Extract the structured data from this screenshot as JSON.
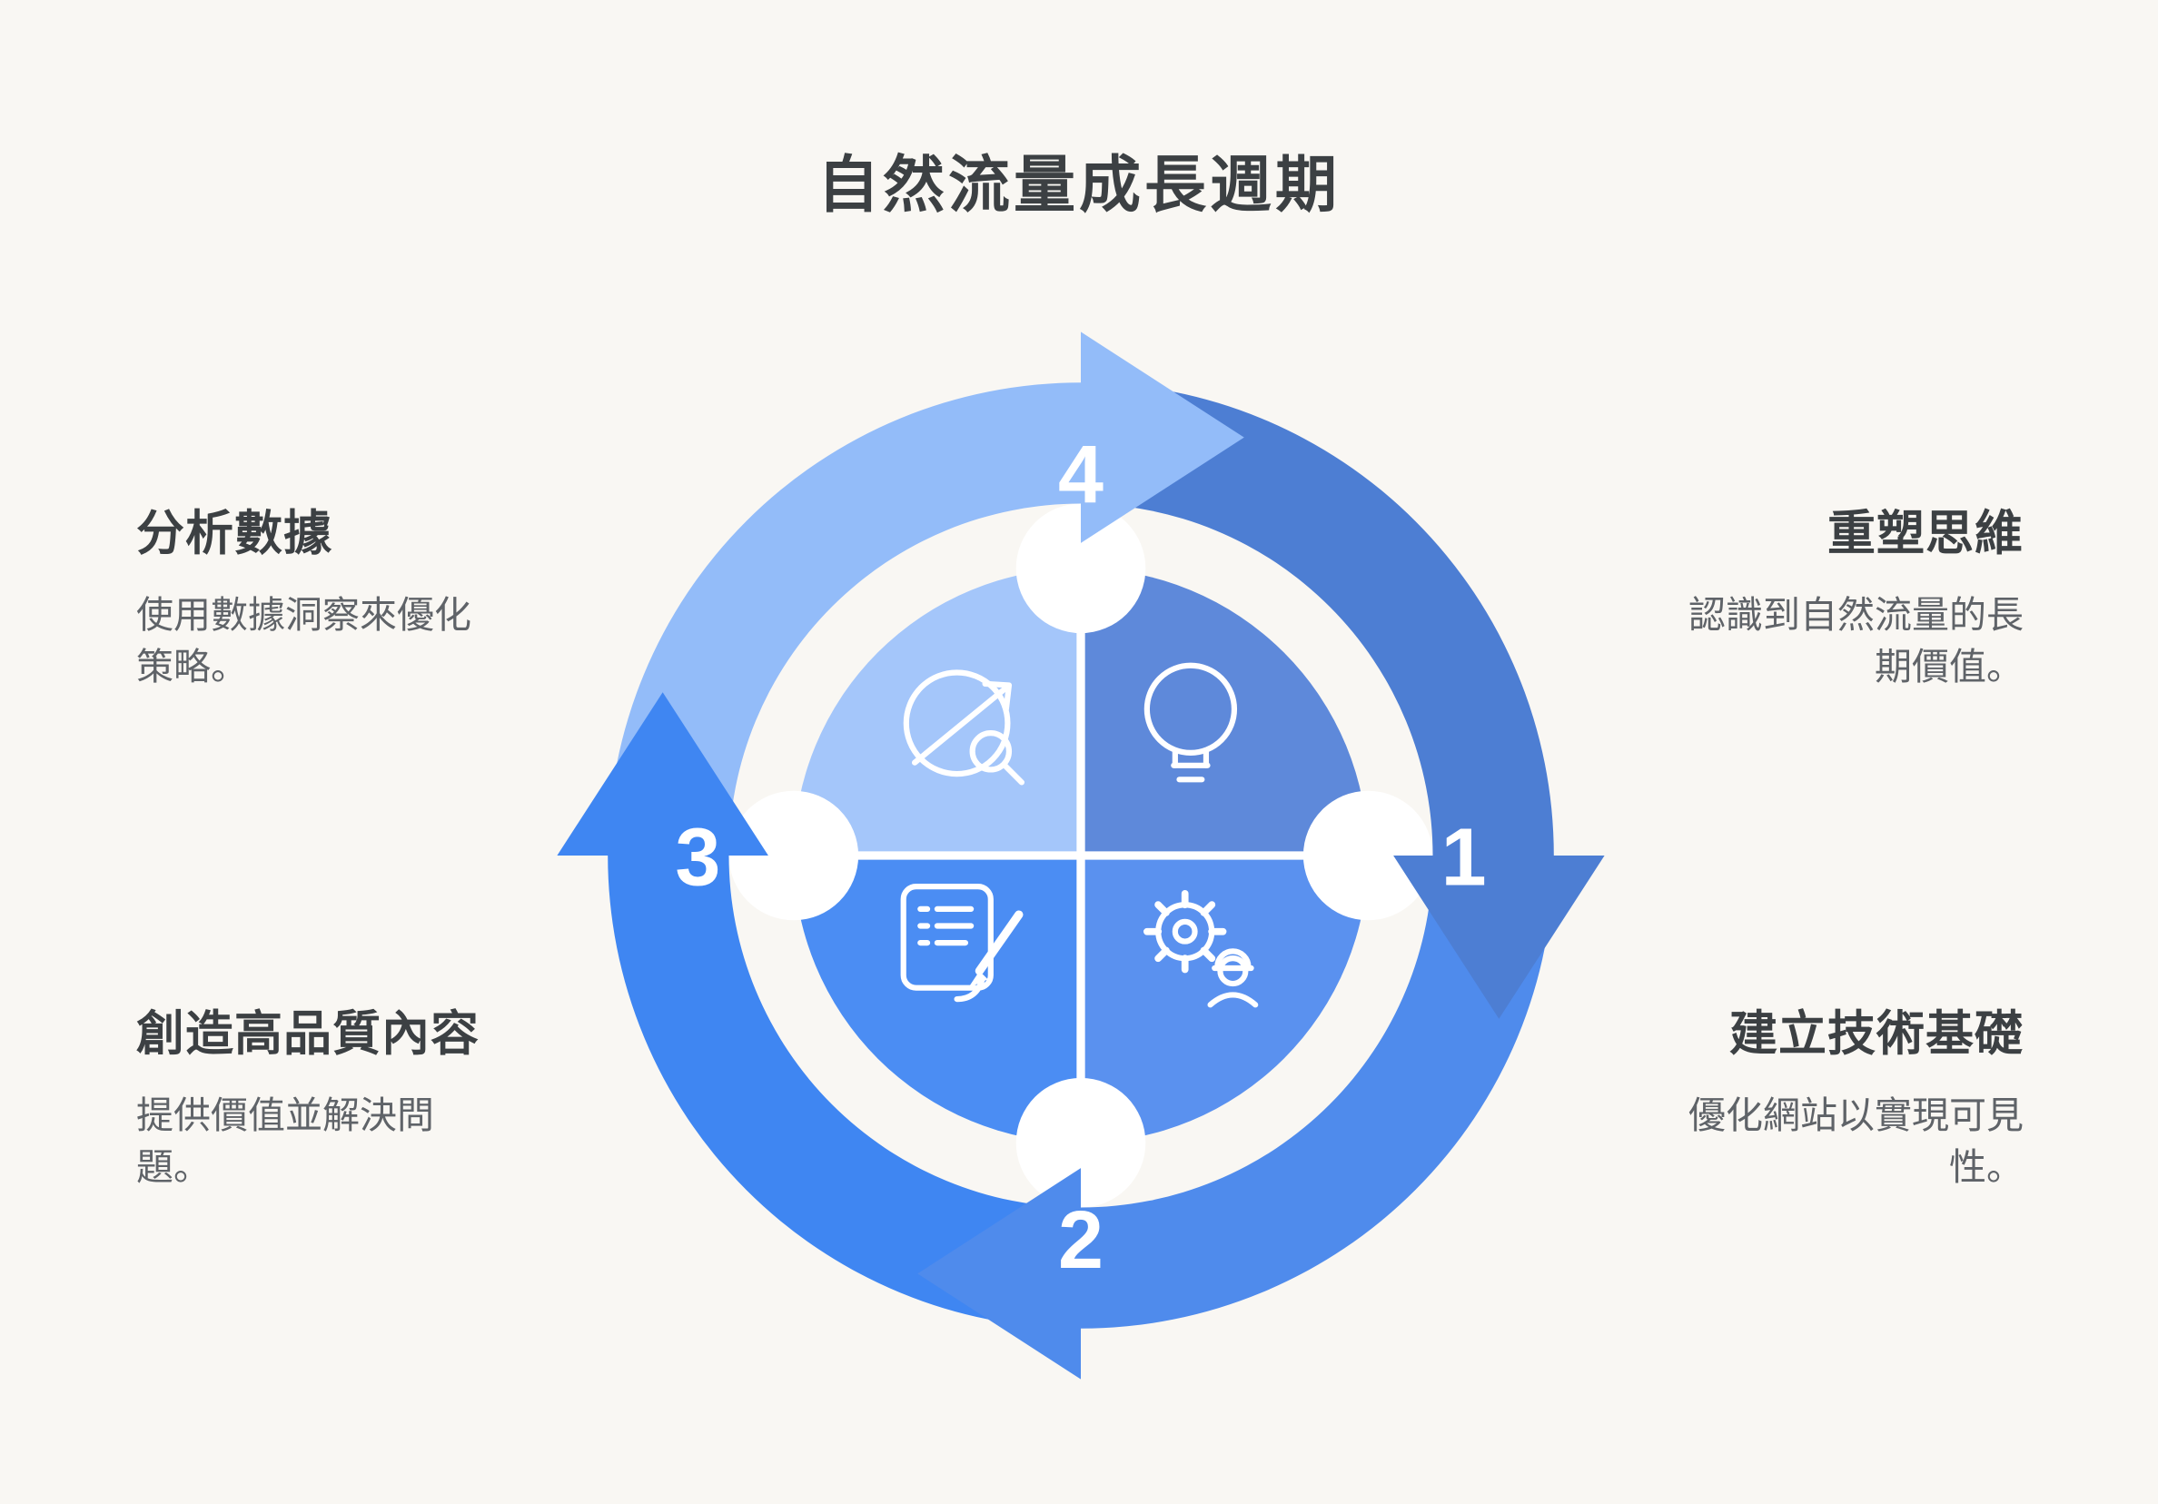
{
  "page": {
    "title": "自然流量成長週期",
    "background_color": "#f9f7f3"
  },
  "steps": [
    {
      "number": "1",
      "heading": "重塑思維",
      "body": "認識到自然流量的長\n期價值。",
      "icon": "lightbulb-icon",
      "position": "top-right",
      "arrow_color": "#4d7ed3",
      "quadrant_color": "#5e89da"
    },
    {
      "number": "2",
      "heading": "建立技術基礎",
      "body": "優化網站以實現可見\n性。",
      "icon": "gear-engineer-icon",
      "position": "bottom-right",
      "arrow_color": "#4f8bec",
      "quadrant_color": "#5a91ef"
    },
    {
      "number": "3",
      "heading": "創造高品質內容",
      "body": "提供價值並解決問\n題。",
      "icon": "note-pen-icon",
      "position": "bottom-left",
      "arrow_color": "#3f86f2",
      "quadrant_color": "#4b8df3"
    },
    {
      "number": "4",
      "heading": "分析數據",
      "body": "使用數據洞察來優化\n策略。",
      "icon": "chart-magnifier-icon",
      "position": "top-left",
      "arrow_color": "#93bcf9",
      "quadrant_color": "#a4c6fa"
    }
  ],
  "colors": {
    "title_text": "#3c4043",
    "heading_text": "#3c4043",
    "body_text": "#5f6368",
    "number_text": "#ffffff",
    "icon_stroke": "#ffffff",
    "gap_white": "#ffffff"
  }
}
